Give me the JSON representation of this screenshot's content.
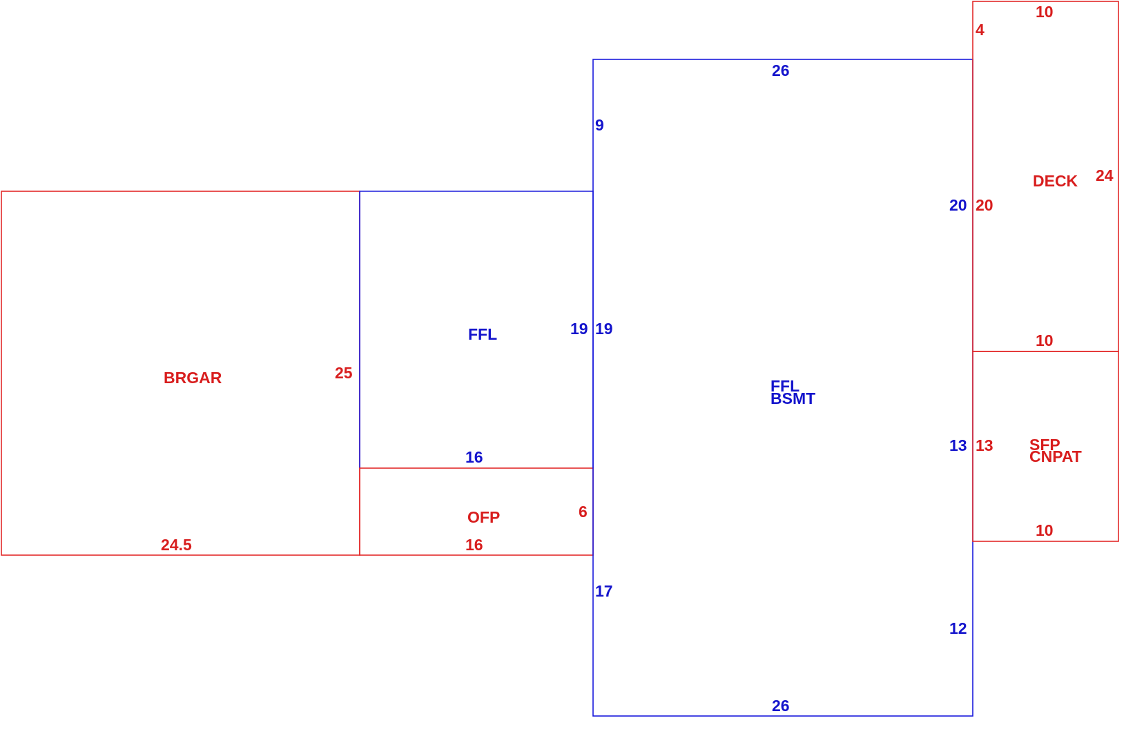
{
  "colors": {
    "red": "#d81e1e",
    "blue": "#1414cc"
  },
  "areas": {
    "brgar": {
      "label": "BRGAR",
      "dims": [
        "25",
        "24.5"
      ]
    },
    "ffl_left": {
      "label": "FFL",
      "dims": [
        "19",
        "16"
      ]
    },
    "ofp": {
      "label": "OFP",
      "dims": [
        "6",
        "16"
      ]
    },
    "main": {
      "labels": [
        "FFL",
        "BSMT"
      ],
      "dims": [
        "26",
        "9",
        "19",
        "17",
        "20",
        "13",
        "12",
        "26"
      ]
    },
    "deck": {
      "label": "DECK",
      "dims": [
        "10",
        "4",
        "24",
        "20",
        "10"
      ]
    },
    "sfp": {
      "labels": [
        "SFP",
        "CNPAT"
      ],
      "dims": [
        "13",
        "10"
      ]
    }
  }
}
